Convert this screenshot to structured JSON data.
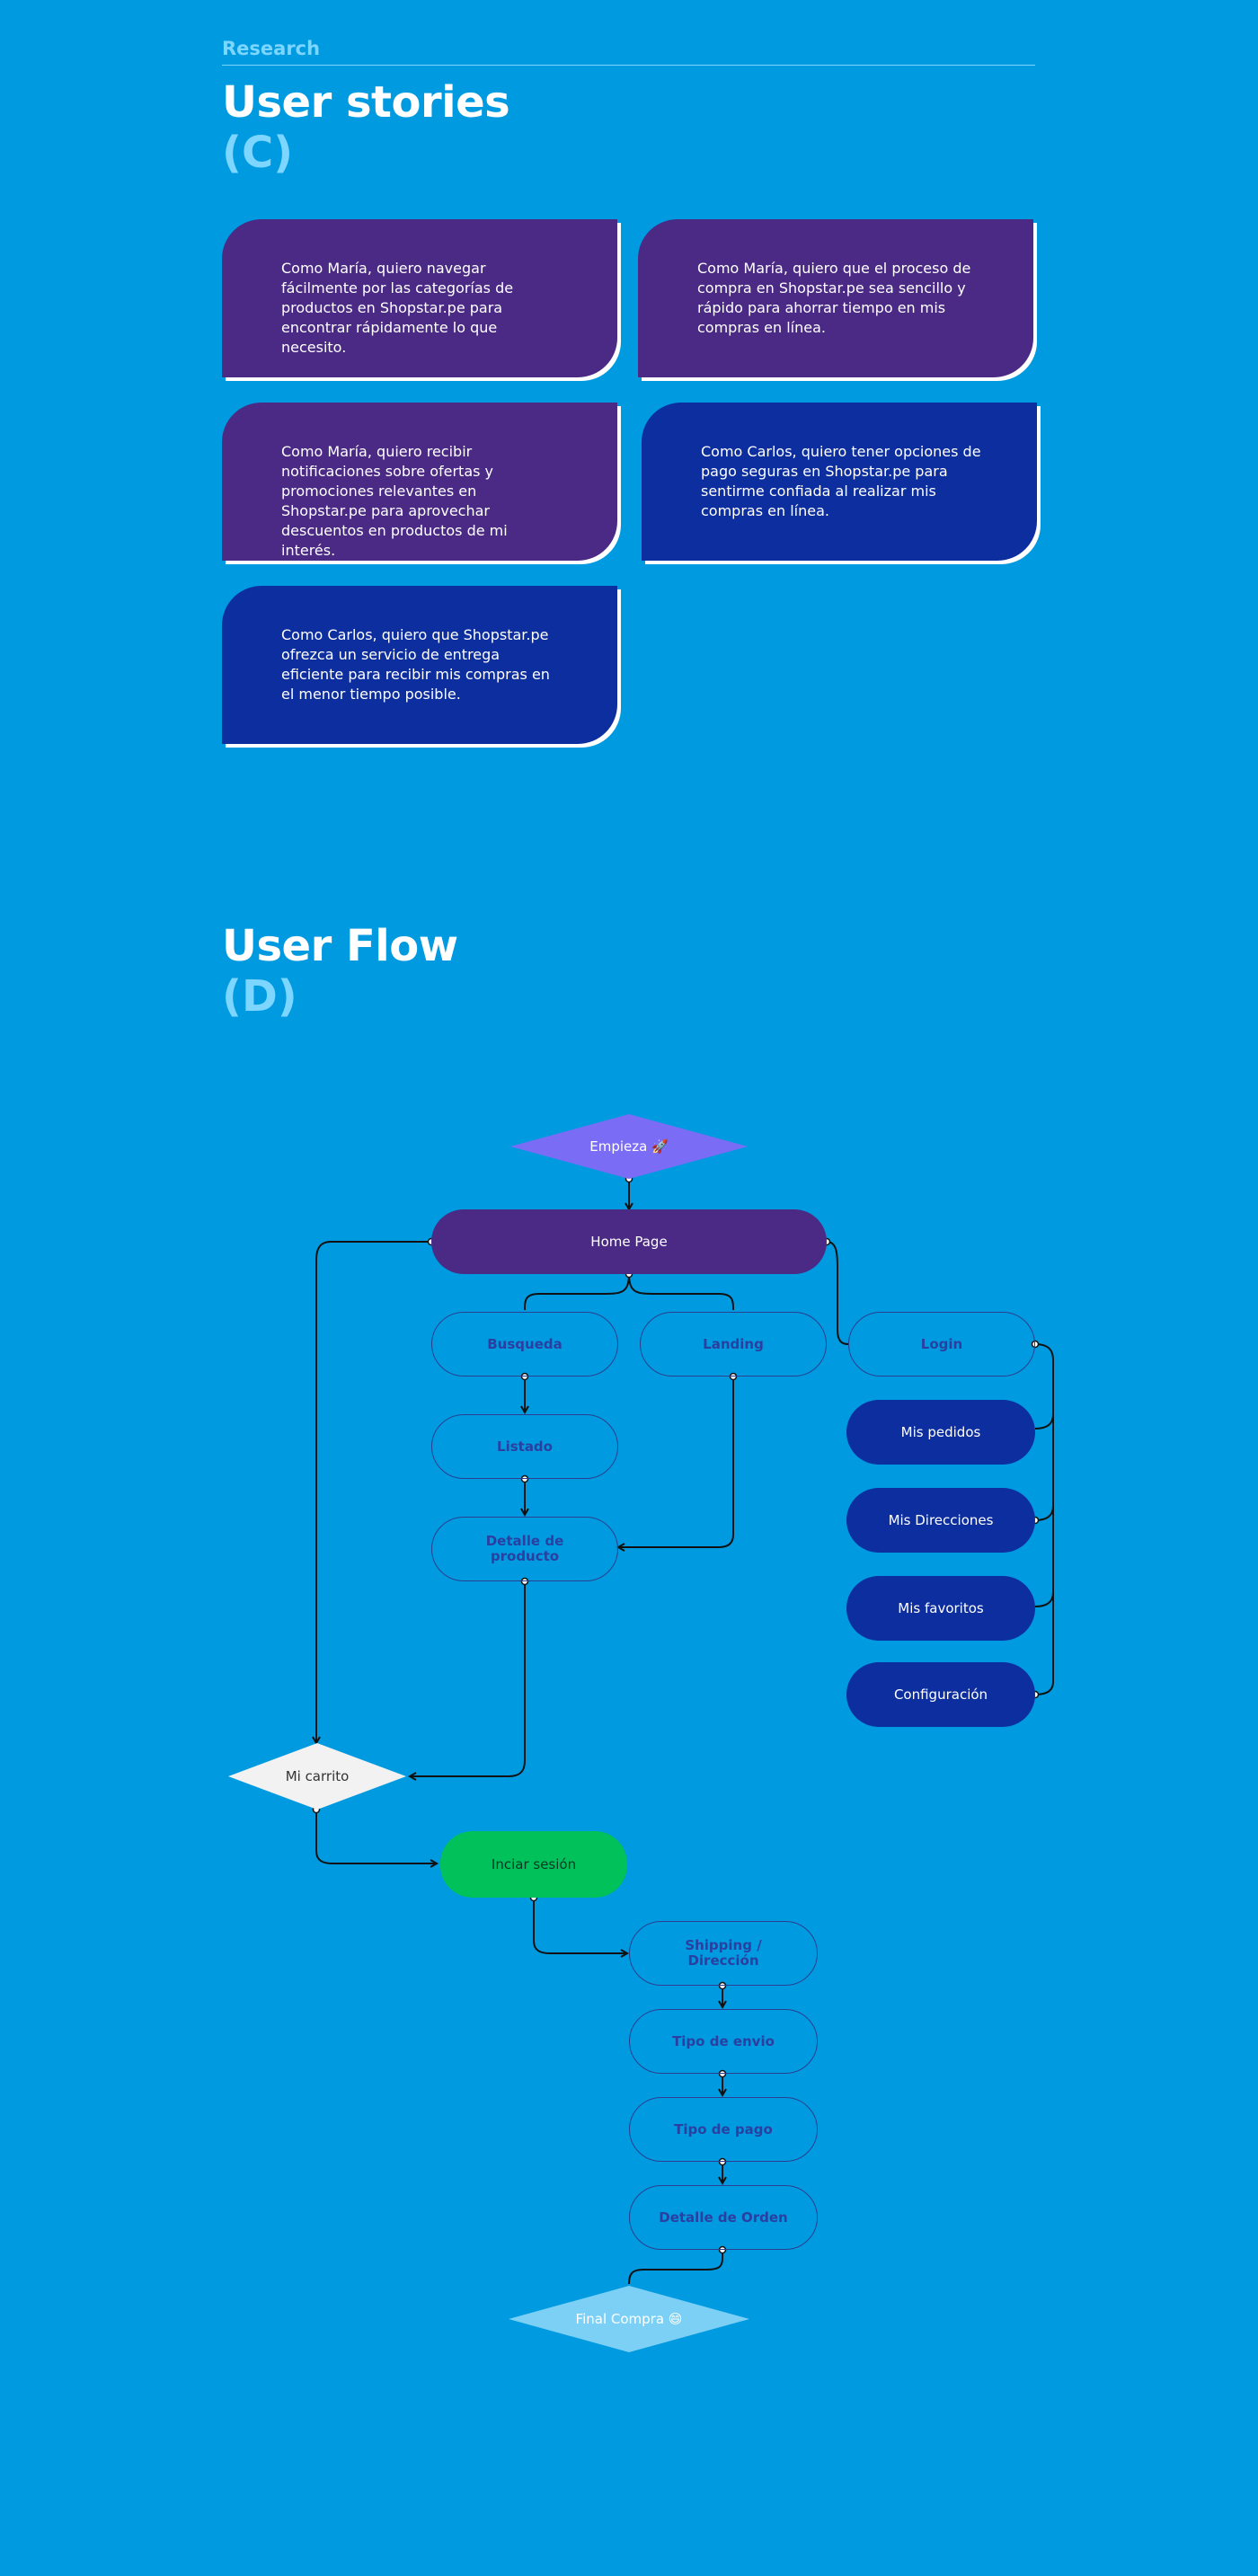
{
  "header": {
    "section": "Research",
    "stories_title": "User stories",
    "stories_code": "(C)",
    "flow_title": "User Flow",
    "flow_code": "(D)"
  },
  "stories": [
    "Como María, quiero navegar fácilmente por las categorías de productos en Shopstar.pe para encontrar rápidamente lo que necesito.",
    "Como María, quiero que el proceso de compra en Shopstar.pe sea sencillo y rápido para ahorrar tiempo en mis compras en línea.",
    "Como María, quiero recibir notificaciones sobre ofertas y promociones relevantes en Shopstar.pe para aprovechar descuentos en productos de mi interés.",
    "Como Carlos, quiero tener opciones de pago seguras en Shopstar.pe para sentirme confiada al realizar mis compras en línea.",
    "Como Carlos, quiero que Shopstar.pe ofrezca un servicio de entrega eficiente para recibir mis compras en el menor tiempo posible."
  ],
  "flow": {
    "start": "Empieza 🚀",
    "home": "Home Page",
    "busqueda": "Busqueda",
    "landing": "Landing",
    "login": "Login",
    "listado": "Listado",
    "detalle_producto": "Detalle de producto",
    "mis_pedidos": "Mis pedidos",
    "mis_direcciones": "Mis Direcciones",
    "mis_favoritos": "Mis favoritos",
    "configuracion": "Configuración",
    "mi_carrito": "Mi carrito",
    "iniciar_sesion": "Inciar sesión",
    "shipping": "Shipping / Dirección",
    "tipo_envio": "Tipo de envio",
    "tipo_pago": "Tipo de pago",
    "detalle_orden": "Detalle de Orden",
    "final": "Final Compra 😄"
  },
  "colors": {
    "background": "#009ae0",
    "purple": "#4a2a84",
    "navy": "#0d2e9e",
    "start_diamond": "#7b6cf6",
    "end_diamond": "#7cd0f5",
    "cart_diamond": "#f2f2f2",
    "green": "#00c15a"
  }
}
